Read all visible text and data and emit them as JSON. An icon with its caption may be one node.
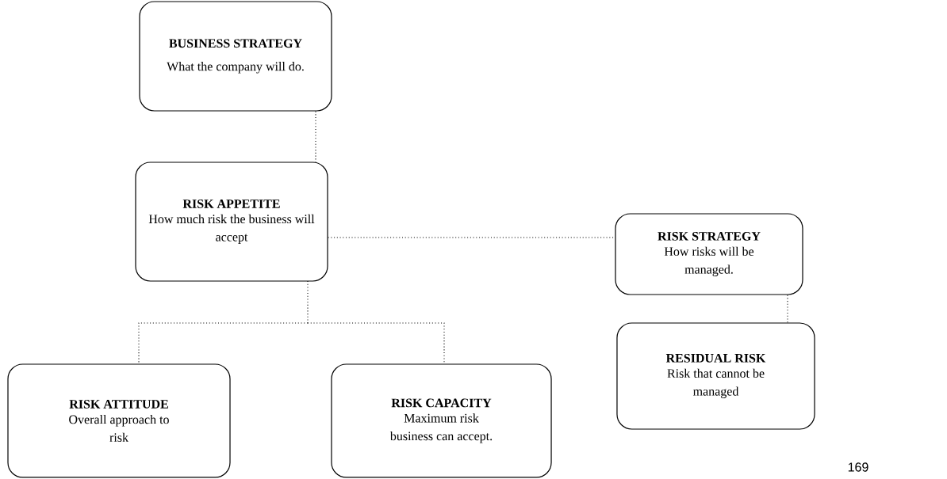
{
  "diagram": {
    "nodes": [
      {
        "text": [
          "BUSINESS STRATEGY",
          "What the company will do."
        ]
      },
      {
        "text": [
          "RISK APPETITE",
          "How much risk the business will accept"
        ]
      },
      {
        "text": [
          "RISK STRATEGY",
          "How risks will be managed."
        ]
      },
      {
        "text": [
          "RISK ATTITUDE",
          "Overall approach to risk"
        ]
      },
      {
        "text": [
          "RISK CAPACITY",
          "Maximum risk business can accept."
        ]
      },
      {
        "text": [
          "RESIDUAL RISK",
          "Risk that cannot be managed"
        ]
      }
    ],
    "edges": [
      {
        "from": 0,
        "to": 1,
        "arrow": "none"
      },
      {
        "from": 1,
        "to": 2,
        "arrow": "none"
      },
      {
        "from": 1,
        "to": 3,
        "arrow": "none"
      },
      {
        "from": 1,
        "to": 4,
        "arrow": "none"
      },
      {
        "from": 2,
        "to": 5,
        "arrow": "none"
      }
    ],
    "labels": [
      "169"
    ]
  }
}
